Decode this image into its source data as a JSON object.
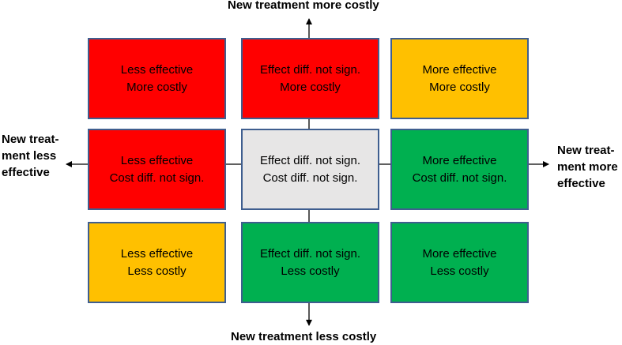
{
  "axis_labels": {
    "top": "New treatment more costly",
    "bottom": "New treatment less costly",
    "left": [
      "New treat-",
      "ment less",
      "effective"
    ],
    "right": [
      "New treat-",
      "ment more",
      "effective"
    ]
  },
  "cells": [
    {
      "line1": "Less effective",
      "line2": "More costly",
      "color": "#ff0000"
    },
    {
      "line1": "Effect diff. not sign.",
      "line2": "More costly",
      "color": "#ff0000"
    },
    {
      "line1": "More effective",
      "line2": "More costly",
      "color": "#ffc000"
    },
    {
      "line1": "Less effective",
      "line2": "Cost diff. not sign.",
      "color": "#ff0000"
    },
    {
      "line1": "Effect diff. not sign.",
      "line2": "Cost diff. not sign.",
      "color": "#e7e6e6"
    },
    {
      "line1": "More effective",
      "line2": "Cost diff. not sign.",
      "color": "#00b050"
    },
    {
      "line1": "Less effective",
      "line2": "Less costly",
      "color": "#ffc000"
    },
    {
      "line1": "Effect diff. not sign.",
      "line2": "Less costly",
      "color": "#00b050"
    },
    {
      "line1": "More effective",
      "line2": "Less costly",
      "color": "#00b050"
    }
  ]
}
